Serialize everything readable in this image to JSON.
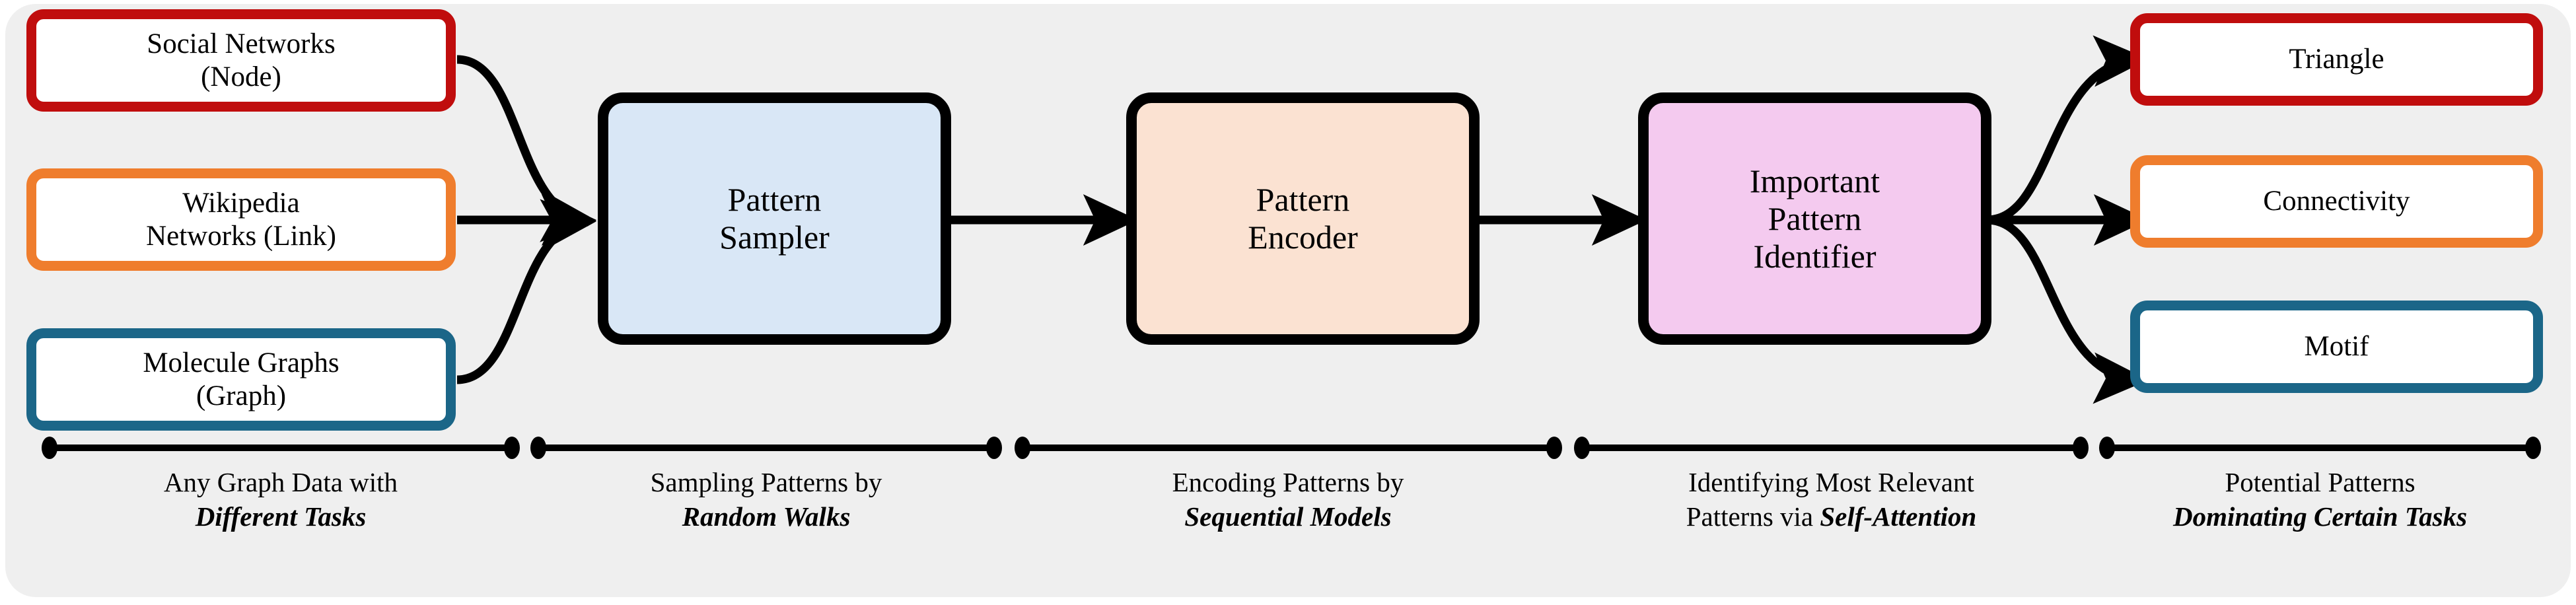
{
  "diagram": {
    "title": "Graph Pattern Learning Framework Pipeline",
    "background_color": "#efefef",
    "canvas_color": "#ffffff"
  },
  "inputs": [
    {
      "label": "Social Networks\n(Node)",
      "color": "#c00d0d",
      "name": "social-networks-node"
    },
    {
      "label": "Wikipedia\nNetworks (Link)",
      "color": "#ef7d2d",
      "name": "wikipedia-networks-link"
    },
    {
      "label": "Molecule Graphs\n(Graph)",
      "color": "#1b6688",
      "name": "molecule-graphs-graph"
    }
  ],
  "stages": [
    {
      "label": "Pattern\nSampler",
      "fill": "#d9e7f6",
      "border": "#000000",
      "name": "pattern-sampler"
    },
    {
      "label": "Pattern\nEncoder",
      "fill": "#fbe2d2",
      "border": "#000000",
      "name": "pattern-encoder"
    },
    {
      "label": "Important\nPattern\nIdentifier",
      "fill": "#f4caef",
      "border": "#000000",
      "name": "important-pattern-identifier"
    }
  ],
  "outputs": [
    {
      "label": "Triangle",
      "color": "#c00d0d",
      "name": "triangle"
    },
    {
      "label": "Connectivity",
      "color": "#ef7d2d",
      "name": "connectivity"
    },
    {
      "label": "Motif",
      "color": "#1b6688",
      "name": "motif"
    }
  ],
  "captions": [
    {
      "line1": "Any Graph Data with",
      "line1b": "",
      "emphasis": "Different Tasks",
      "name": "caption-input-data"
    },
    {
      "line1": "Sampling Patterns by",
      "line1b": "",
      "emphasis": "Random Walks",
      "name": "caption-sampling"
    },
    {
      "line1": "Encoding Patterns by",
      "line1b": "",
      "emphasis": "Sequential Models",
      "name": "caption-encoding"
    },
    {
      "line1": "Identifying Most Relevant",
      "line1b": "Patterns via ",
      "emphasis": "Self-Attention",
      "name": "caption-identifying"
    },
    {
      "line1": "Potential Patterns",
      "line1b": "",
      "emphasis": "Dominating Certain Tasks",
      "name": "caption-outputs"
    }
  ]
}
